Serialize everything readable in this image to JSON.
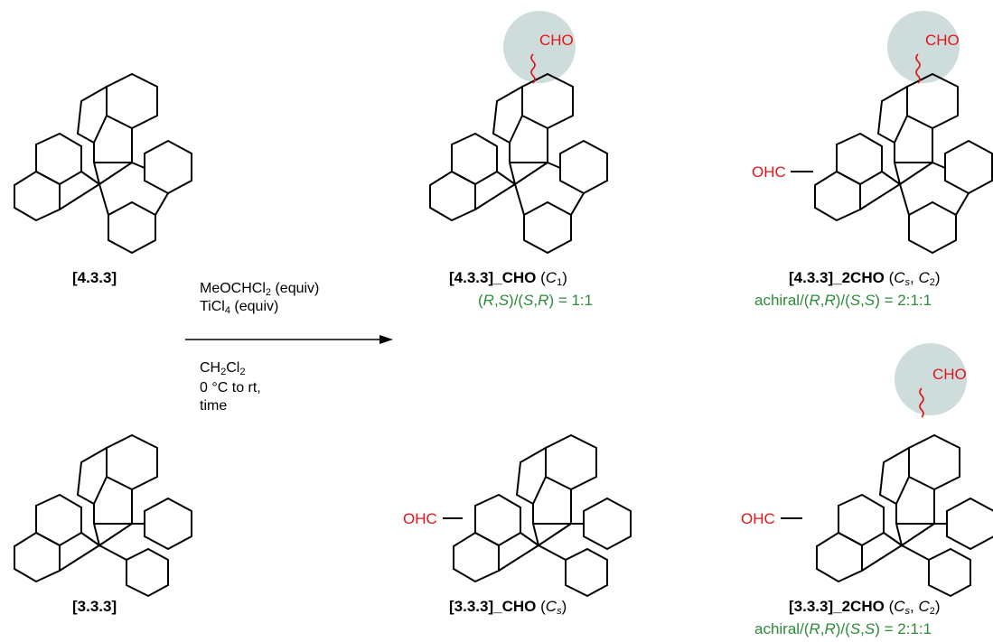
{
  "compounds": {
    "c433": {
      "label": "[4.3.3]"
    },
    "c333": {
      "label": "[3.3.3]"
    },
    "c433_cho": {
      "label": "[4.3.3]_CHO",
      "sym_open": "(",
      "sym_c": "C",
      "sym_sub": "1",
      "sym_close": ")",
      "ratio": {
        "p1": "(",
        "r": "R",
        "c1": ",",
        "s": "S",
        "p2": ")/(",
        "s2": "S",
        "c2": ",",
        "r2": "R",
        "p3": ") = 1:1"
      }
    },
    "c433_2cho": {
      "label": "[4.3.3]_2CHO",
      "sym_open": "(",
      "c1": "C",
      "c1sub": "s",
      "comma": ", ",
      "c2": "C",
      "c2sub": "2",
      "sym_close": ")",
      "ratio": {
        "a": "achiral/(",
        "r1": "R",
        "cm1": ",",
        "r2": "R",
        "m": ")/(",
        "s1": "S",
        "cm2": ",",
        "s2": "S",
        "e": ") = 2:1:1"
      }
    },
    "c333_cho": {
      "label": "[3.3.3]_CHO",
      "sym_open": "(",
      "sym_c": "C",
      "sym_sub": "s",
      "sym_close": ")"
    },
    "c333_2cho": {
      "label": "[3.3.3]_2CHO",
      "sym_open": "(",
      "c1": "C",
      "c1sub": "s",
      "comma": ", ",
      "c2": "C",
      "c2sub": "2",
      "sym_close": ")",
      "ratio": {
        "a": "achiral/(",
        "r1": "R",
        "cm1": ",",
        "r2": "R",
        "m": ")/(",
        "s1": "S",
        "cm2": ",",
        "s2": "S",
        "e": ") = 2:1:1"
      }
    }
  },
  "conditions": {
    "reagent1": {
      "text": "MeOCHCl",
      "sub": "2",
      "tail": " (equiv)"
    },
    "reagent2": {
      "text": "TiCl",
      "sub": "4",
      "tail": " (equiv)"
    },
    "solvent": {
      "a": "CH",
      "asub": "2",
      "b": "Cl",
      "bsub": "2"
    },
    "temp": "0 °C to rt,",
    "time": "time"
  },
  "groups": {
    "cho": "CHO",
    "ohc": "OHC"
  },
  "colors": {
    "aldehyde": "#e0161b",
    "ratio_text": "#2e8b3a",
    "highlight": "#cfdcdc",
    "bond": "#000000"
  }
}
